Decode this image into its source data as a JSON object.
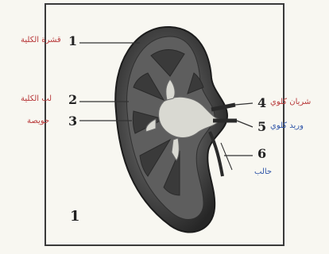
{
  "figure": {
    "figure_number": "1",
    "labels": [
      {
        "number": "1",
        "note": "ﻗﺸﺮة ﺍﻟﻜﻠﻴﺔ",
        "note_color": "#b8393a"
      },
      {
        "number": "2",
        "note": "ﻟﺐ ﺍﻟﻜﻠﻴﺔ",
        "note_color": "#b8393a"
      },
      {
        "number": "3",
        "note": "ﺣﻮﻳﺼﺔ",
        "note_color": "#b8393a"
      },
      {
        "number": "4",
        "note": "ﺷﺮﻳﺎﻥ ﻛﻠﻮﻱ",
        "note_color": "#b8393a"
      },
      {
        "number": "5",
        "note": "ﻭﺭﻳﺪ ﻛﻠﻮﻱ",
        "note_color": "#2f55a8"
      },
      {
        "number": "6",
        "note": "ﺣﺎﻟﺐ",
        "note_color": "#2f55a8"
      }
    ]
  }
}
